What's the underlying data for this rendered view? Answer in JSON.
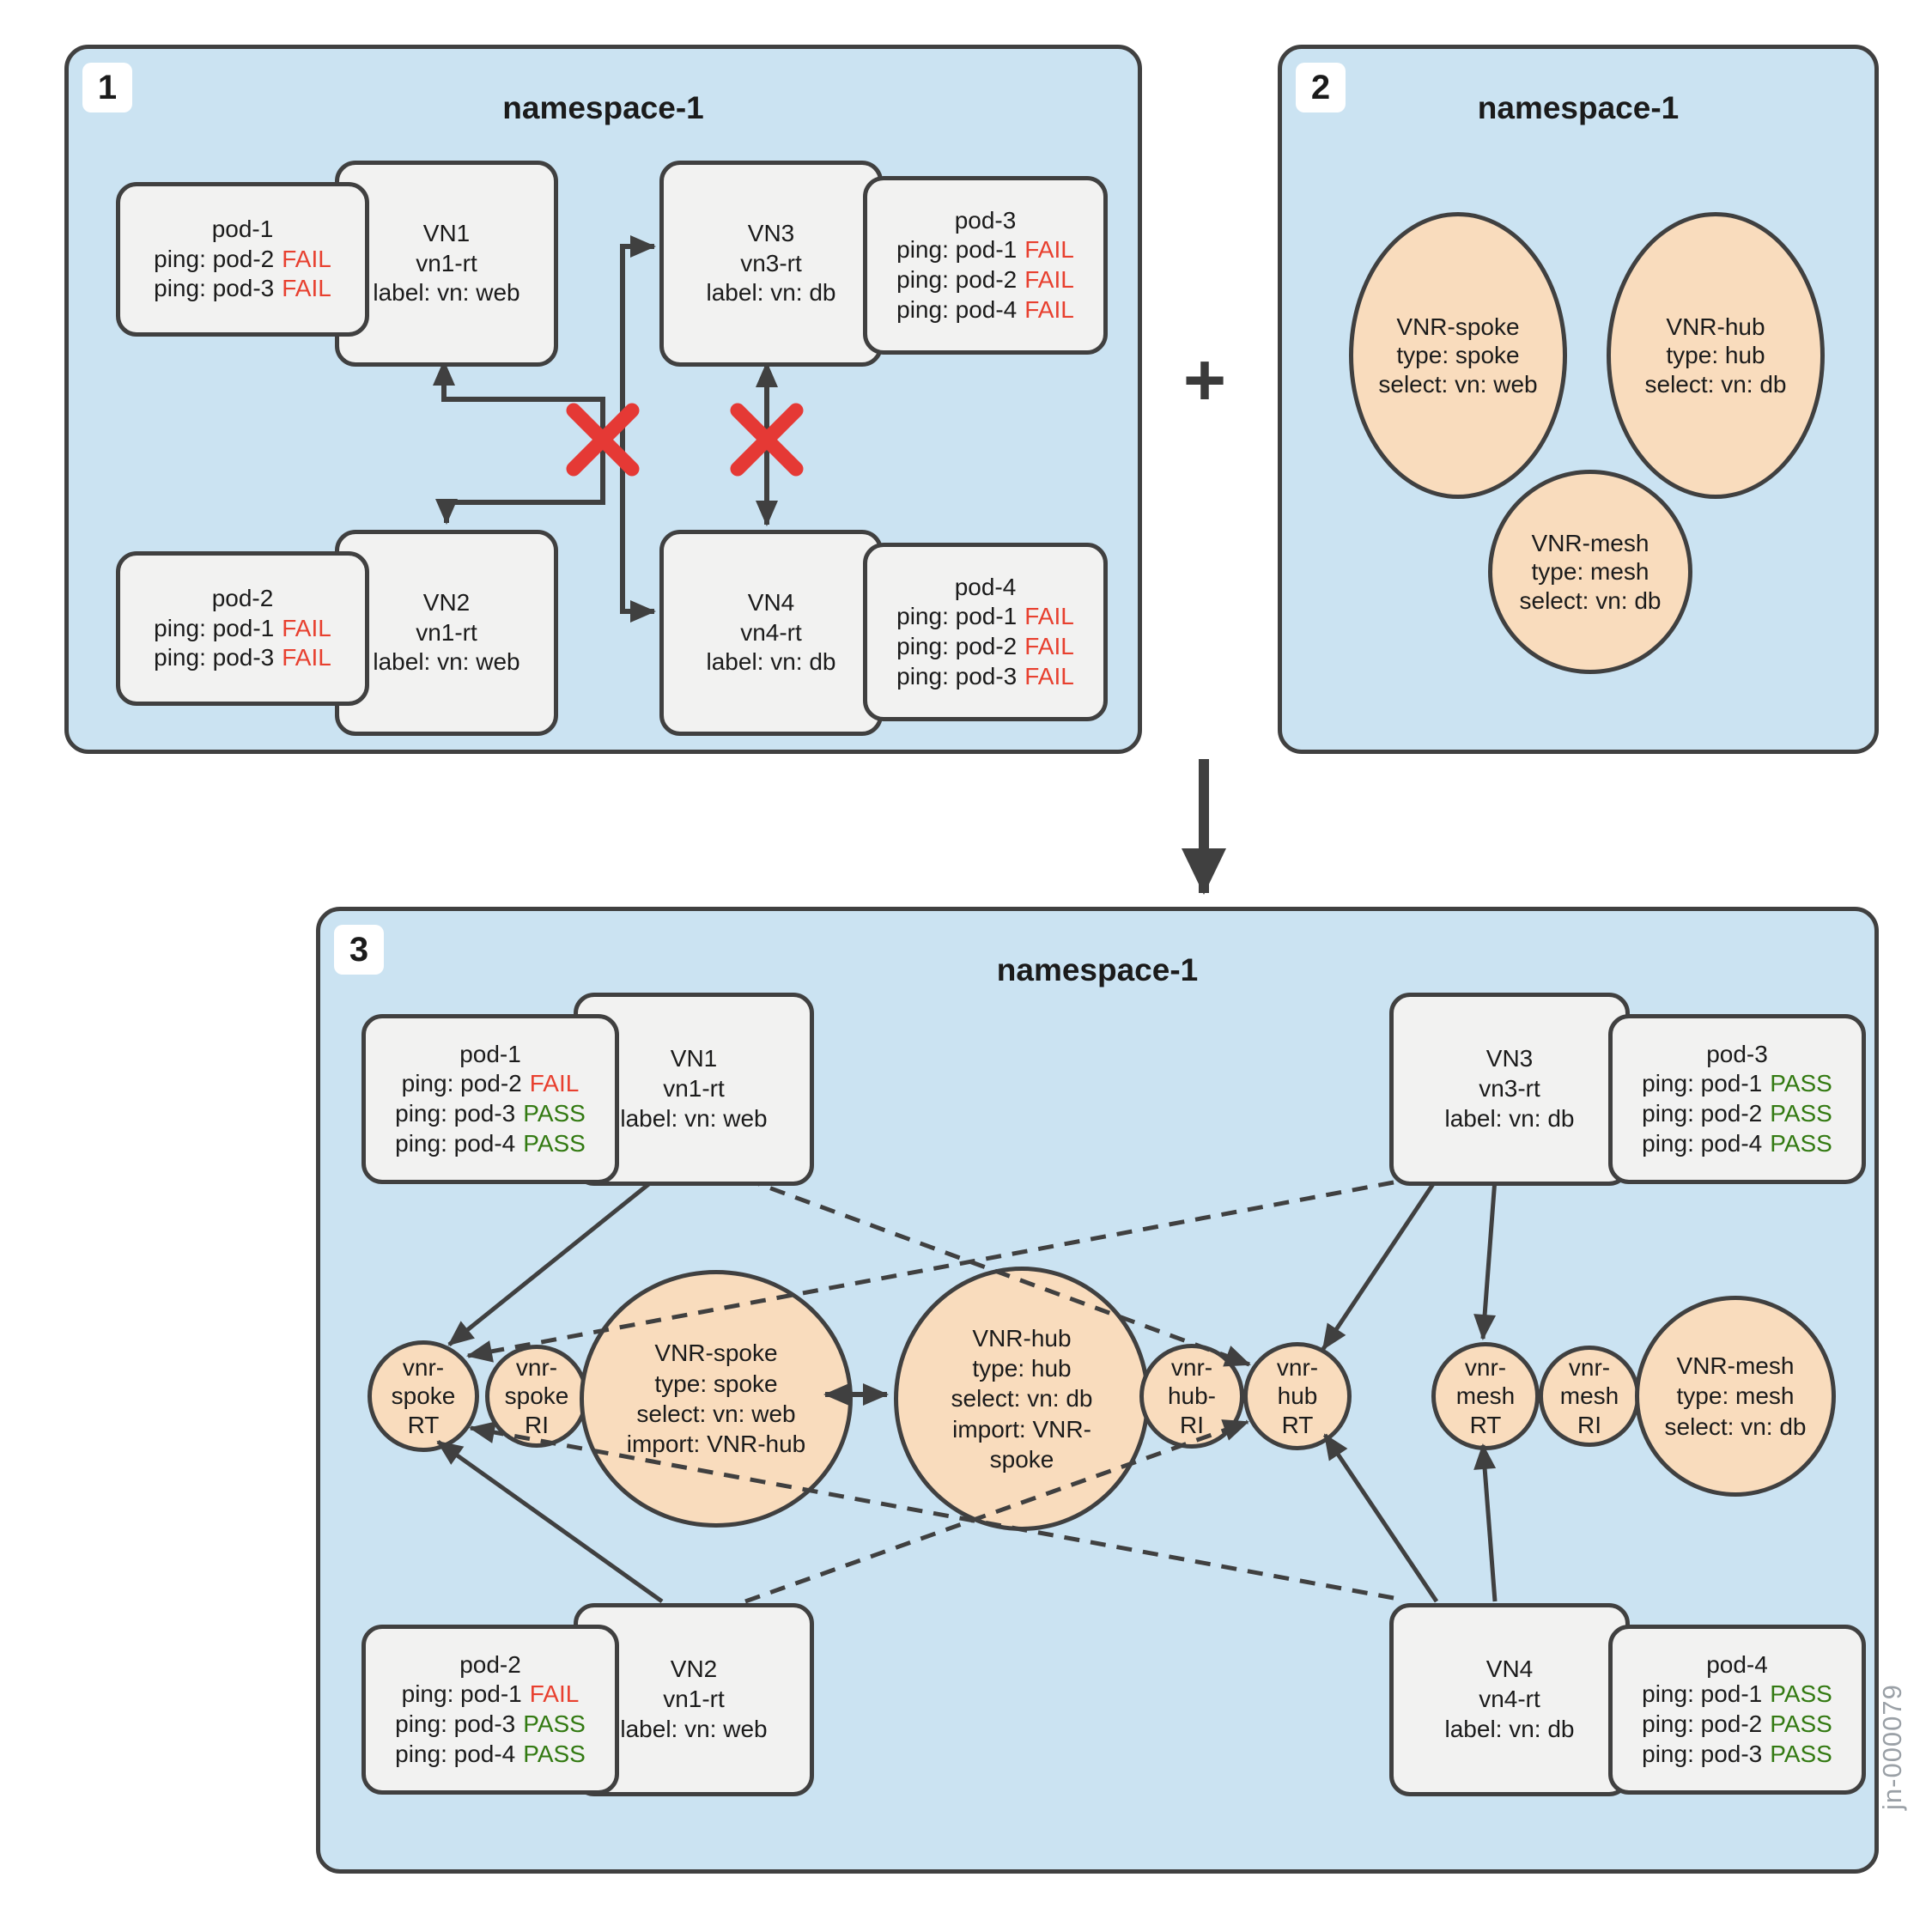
{
  "colors": {
    "panel_bg": "#cbe3f2",
    "box_bg": "#f2f2f1",
    "circle_fill": "#f9dcbd",
    "line": "#404040",
    "fail": "#e8402f",
    "pass": "#337a12",
    "x_mark": "#e53935"
  },
  "plus_sign": "+",
  "watermark": "jn-000079",
  "p1": {
    "badge": "1",
    "title": "namespace-1",
    "pod1": {
      "name": "pod-1",
      "pings": [
        {
          "label": "ping: pod-2",
          "status": "FAIL"
        },
        {
          "label": "ping: pod-3",
          "status": "FAIL"
        }
      ]
    },
    "vn1": {
      "l1": "VN1",
      "l2": "vn1-rt",
      "l3": "label: vn: web"
    },
    "vn3": {
      "l1": "VN3",
      "l2": "vn3-rt",
      "l3": "label: vn: db"
    },
    "pod3": {
      "name": "pod-3",
      "pings": [
        {
          "label": "ping: pod-1",
          "status": "FAIL"
        },
        {
          "label": "ping: pod-2",
          "status": "FAIL"
        },
        {
          "label": "ping: pod-4",
          "status": "FAIL"
        }
      ]
    },
    "pod2": {
      "name": "pod-2",
      "pings": [
        {
          "label": "ping: pod-1",
          "status": "FAIL"
        },
        {
          "label": "ping: pod-3",
          "status": "FAIL"
        }
      ]
    },
    "vn2": {
      "l1": "VN2",
      "l2": "vn1-rt",
      "l3": "label: vn: web"
    },
    "vn4": {
      "l1": "VN4",
      "l2": "vn4-rt",
      "l3": "label: vn: db"
    },
    "pod4": {
      "name": "pod-4",
      "pings": [
        {
          "label": "ping: pod-1",
          "status": "FAIL"
        },
        {
          "label": "ping: pod-2",
          "status": "FAIL"
        },
        {
          "label": "ping: pod-3",
          "status": "FAIL"
        }
      ]
    }
  },
  "p2": {
    "badge": "2",
    "title": "namespace-1",
    "spoke": {
      "l1": "VNR-spoke",
      "l2": "type: spoke",
      "l3": "select: vn: web"
    },
    "hub": {
      "l1": "VNR-hub",
      "l2": "type: hub",
      "l3": "select: vn: db"
    },
    "mesh": {
      "l1": "VNR-mesh",
      "l2": "type: mesh",
      "l3": "select: vn: db"
    }
  },
  "p3": {
    "badge": "3",
    "title": "namespace-1",
    "pod1": {
      "name": "pod-1",
      "pings": [
        {
          "label": "ping: pod-2",
          "status": "FAIL"
        },
        {
          "label": "ping: pod-3",
          "status": "PASS"
        },
        {
          "label": "ping: pod-4",
          "status": "PASS"
        }
      ]
    },
    "vn1": {
      "l1": "VN1",
      "l2": "vn1-rt",
      "l3": "label: vn: web"
    },
    "vn3": {
      "l1": "VN3",
      "l2": "vn3-rt",
      "l3": "label: vn: db"
    },
    "pod3": {
      "name": "pod-3",
      "pings": [
        {
          "label": "ping: pod-1",
          "status": "PASS"
        },
        {
          "label": "ping: pod-2",
          "status": "PASS"
        },
        {
          "label": "ping: pod-4",
          "status": "PASS"
        }
      ]
    },
    "pod2": {
      "name": "pod-2",
      "pings": [
        {
          "label": "ping: pod-1",
          "status": "FAIL"
        },
        {
          "label": "ping: pod-3",
          "status": "PASS"
        },
        {
          "label": "ping: pod-4",
          "status": "PASS"
        }
      ]
    },
    "vn2": {
      "l1": "VN2",
      "l2": "vn1-rt",
      "l3": "label: vn: web"
    },
    "vn4": {
      "l1": "VN4",
      "l2": "vn4-rt",
      "l3": "label: vn: db"
    },
    "pod4": {
      "name": "pod-4",
      "pings": [
        {
          "label": "ping: pod-1",
          "status": "PASS"
        },
        {
          "label": "ping: pod-2",
          "status": "PASS"
        },
        {
          "label": "ping: pod-3",
          "status": "PASS"
        }
      ]
    },
    "spokeRT": {
      "l1": "vnr-",
      "l2": "spoke",
      "l3": "RT"
    },
    "spokeRI": {
      "l1": "vnr-",
      "l2": "spoke",
      "l3": "RI"
    },
    "spokeBig": {
      "l1": "VNR-spoke",
      "l2": "type: spoke",
      "l3": "select: vn: web",
      "l4": "import: VNR-hub"
    },
    "hubBig": {
      "l1": "VNR-hub",
      "l2": "type: hub",
      "l3": "select: vn: db",
      "l4": "import: VNR-spoke"
    },
    "hubRI": {
      "l1": "vnr-",
      "l2": "hub-",
      "l3": "RI"
    },
    "hubRT": {
      "l1": "vnr-",
      "l2": "hub",
      "l3": "RT"
    },
    "meshRT": {
      "l1": "vnr-",
      "l2": "mesh",
      "l3": "RT"
    },
    "meshRI": {
      "l1": "vnr-",
      "l2": "mesh",
      "l3": "RI"
    },
    "meshBig": {
      "l1": "VNR-mesh",
      "l2": "type: mesh",
      "l3": "select: vn: db"
    }
  }
}
